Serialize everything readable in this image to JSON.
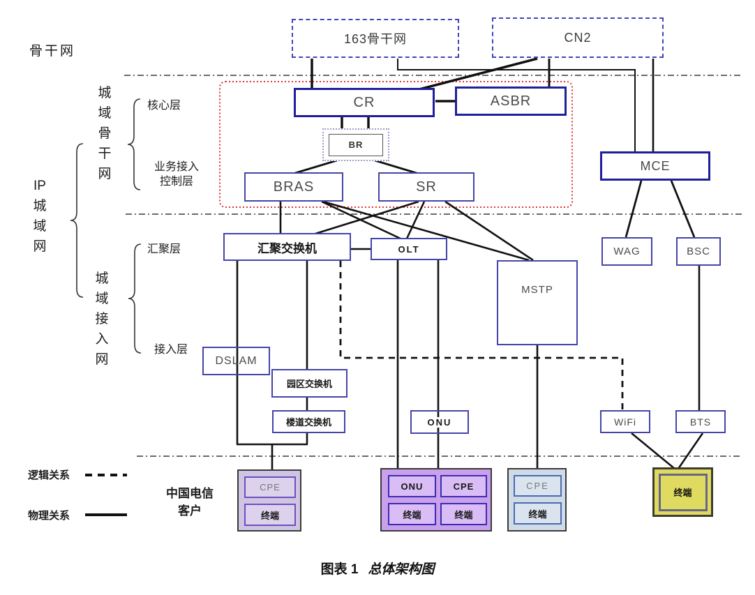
{
  "side_labels": {
    "backbone": "骨干网",
    "ip_man": [
      "IP",
      "城",
      "域",
      "网"
    ],
    "metro_backbone": [
      "城",
      "域",
      "骨",
      "干",
      "网"
    ],
    "metro_access": [
      "城",
      "域",
      "接",
      "入",
      "网"
    ]
  },
  "layer_labels": {
    "core": "核心层",
    "service_control": [
      "业务接入",
      "控制层"
    ],
    "aggregation": "汇聚层",
    "access": "接入层"
  },
  "nodes": {
    "backbone163": "163骨干网",
    "cn2": "CN2",
    "cr": "CR",
    "asbr": "ASBR",
    "br": "BR",
    "bras": "BRAS",
    "sr": "SR",
    "mce": "MCE",
    "agg_switch": "汇聚交换机",
    "olt": "OLT",
    "mstp": "MSTP",
    "wag": "WAG",
    "bsc": "BSC",
    "dslam": "DSLAM",
    "campus_switch": "园区交换机",
    "corridor_switch": "楼道交换机",
    "onu": "ONU",
    "wifi": "WiFi",
    "bts": "BTS",
    "wireless_terminal": "终端"
  },
  "customers": {
    "label": [
      "中国电信",
      "客户"
    ],
    "group1": {
      "cpe": "CPE",
      "terminal": "终端"
    },
    "group2": {
      "onu": "ONU",
      "cpe": "CPE",
      "terminal1": "终端",
      "terminal2": "终端"
    },
    "group3": {
      "cpe": "CPE",
      "terminal": "终端"
    }
  },
  "legend": {
    "logical": "逻辑关系",
    "physical": "物理关系"
  },
  "caption": {
    "prefix": "图表 1",
    "title": "总体架构图"
  },
  "colors": {
    "node_border": "#4444aa",
    "strong_border": "#1f1f99",
    "dashed_border": "#4343bb",
    "red_boundary": "#e03030",
    "line": "#111111",
    "group1_fill": "#cfc5e2",
    "group1_inner_fill": "#dcd2ec",
    "group2_fill": "#c9a0ea",
    "group2_inner_fill": "#d9bdf4",
    "group3_fill": "#cfdce8",
    "group3_inner_fill": "#dae4ee",
    "terminal_fill": "#dfdb60"
  }
}
